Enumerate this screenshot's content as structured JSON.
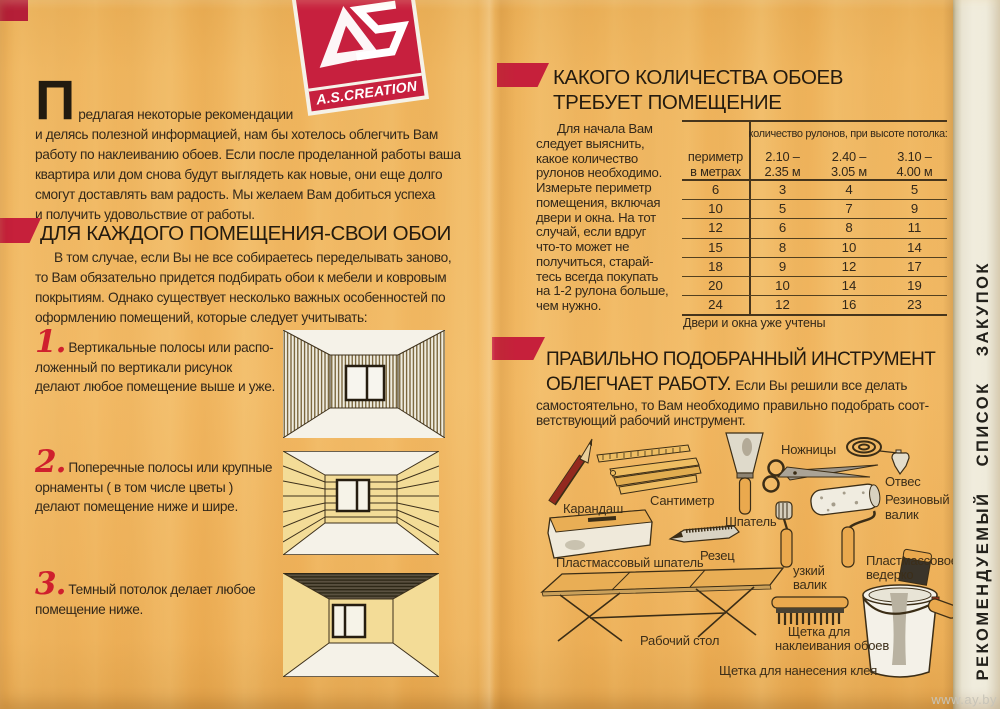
{
  "colors": {
    "accent_red": "#c6203b",
    "background_orange": "#eaab51"
  },
  "logo": {
    "brand": "A.S.CREATION"
  },
  "left_page": {
    "dropcap": "П",
    "intro_first": "редлагая некоторые рекомендации",
    "intro_rest": [
      "и делясь полезной информацией, нам бы хотелось облегчить Вам",
      "работу по наклеиванию обоев. Если после проделанной работы ваша",
      "квартира или дом снова будут выглядеть как новые, они еще долго",
      "смогут доставлять вам радость. Мы желаем Вам добиться успеха",
      "и получить удовольствие от работы."
    ],
    "section_title": "ДЛЯ КАЖДОГО ПОМЕЩЕНИЯ-СВОИ ОБОИ",
    "section_lines": [
      "В том случае, если Вы не все собираетесь переделывать заново,",
      "то Вам обязательно придется подбирать обои к мебели и ковровым",
      "покрытиям. Однако существует несколько важных особенностей по",
      "оформлению помещений, которые следует учитывать:"
    ],
    "tips": [
      {
        "num": "1.",
        "first": "Вертикальные полосы или распо-",
        "rest": [
          "ложенный по вертикали рисунок",
          "делают любое помещение выше и уже."
        ]
      },
      {
        "num": "2.",
        "first": "Поперечные полосы или крупные",
        "rest": [
          "орнаменты ( в том числе цветы )",
          "делают помещение ниже и шире."
        ]
      },
      {
        "num": "3.",
        "first": "Темный потолок делает любое",
        "rest": [
          "помещение ниже."
        ]
      }
    ]
  },
  "right_page": {
    "rolls_title_line1": "КАКОГО КОЛИЧЕСТВА ОБОЕВ",
    "rolls_title_line2": "ТРЕБУЕТ ПОМЕЩЕНИЕ",
    "rolls_intro_first": "Для начала Вам",
    "rolls_intro_rest": [
      "следует выяснить,",
      "какое количество",
      "рулонов необходимо.",
      "Измерьте периметр",
      "помещения, включая",
      "двери и окна. На тот",
      "случай, если вдруг",
      "что-то может не",
      "получиться, старай-",
      "тесь всегда покупать",
      "на 1-2 рулона больше,",
      "чем нужно."
    ],
    "table": {
      "span_header": "количество рулонов, при высоте потолка:",
      "col_headers": [
        [
          "периметр",
          "в метрах"
        ],
        [
          "2.10 –",
          "2.35 м"
        ],
        [
          "2.40 –",
          "3.05 м"
        ],
        [
          "3.10 –",
          "4.00 м"
        ]
      ],
      "rows": [
        [
          "6",
          "3",
          "4",
          "5"
        ],
        [
          "10",
          "5",
          "7",
          "9"
        ],
        [
          "12",
          "6",
          "8",
          "11"
        ],
        [
          "15",
          "8",
          "10",
          "14"
        ],
        [
          "18",
          "9",
          "12",
          "17"
        ],
        [
          "20",
          "10",
          "14",
          "19"
        ],
        [
          "24",
          "12",
          "16",
          "23"
        ]
      ],
      "footnote": "Двери и окна уже учтены"
    },
    "tools_title_line1": "ПРАВИЛЬНО ПОДОБРАННЫЙ ИНСТРУМЕНТ",
    "tools_title_line2": "ОБЛЕГЧАЕТ РАБОТУ.",
    "tools_intro_inline": "Если Вы решили все делать",
    "tools_intro_rest": [
      "самостоятельно, то Вам необходимо правильно подобрать соот-",
      "ветствующий рабочий инструмент."
    ],
    "tool_labels": {
      "pencil": "Карандаш",
      "ruler": "Сантиметр",
      "spatula": "Шпатель",
      "scissors": "Ножницы",
      "plumb": "Отвес",
      "rubber_roller": [
        "Резиновый",
        "валик"
      ],
      "plastic_spatula": "Пластмассовый шпатель",
      "cutter": "Резец",
      "narrow_roller": [
        "узкий",
        "валик"
      ],
      "bucket": [
        "Пластмассовое",
        "ведерко"
      ],
      "work_table": "Рабочий стол",
      "paste_brush": [
        "Щетка для",
        "наклеивания обоев"
      ],
      "glue_brush": "Щетка для нанесения клея"
    }
  },
  "spine_text": "РЕКОМЕНДУЕМЫЙ СПИСОК ЗАКУПОК",
  "watermark": "www.ay.by"
}
